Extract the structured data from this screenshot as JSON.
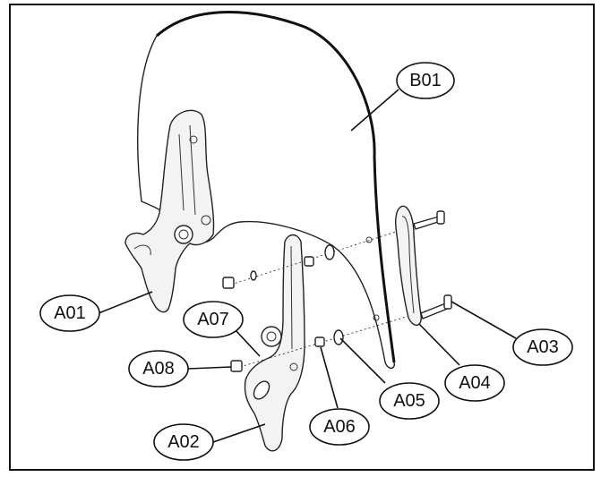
{
  "labels": {
    "b01": "B01",
    "a01": "A01",
    "a02": "A02",
    "a03": "A03",
    "a04": "A04",
    "a05": "A05",
    "a06": "A06",
    "a07": "A07",
    "a08": "A08"
  }
}
